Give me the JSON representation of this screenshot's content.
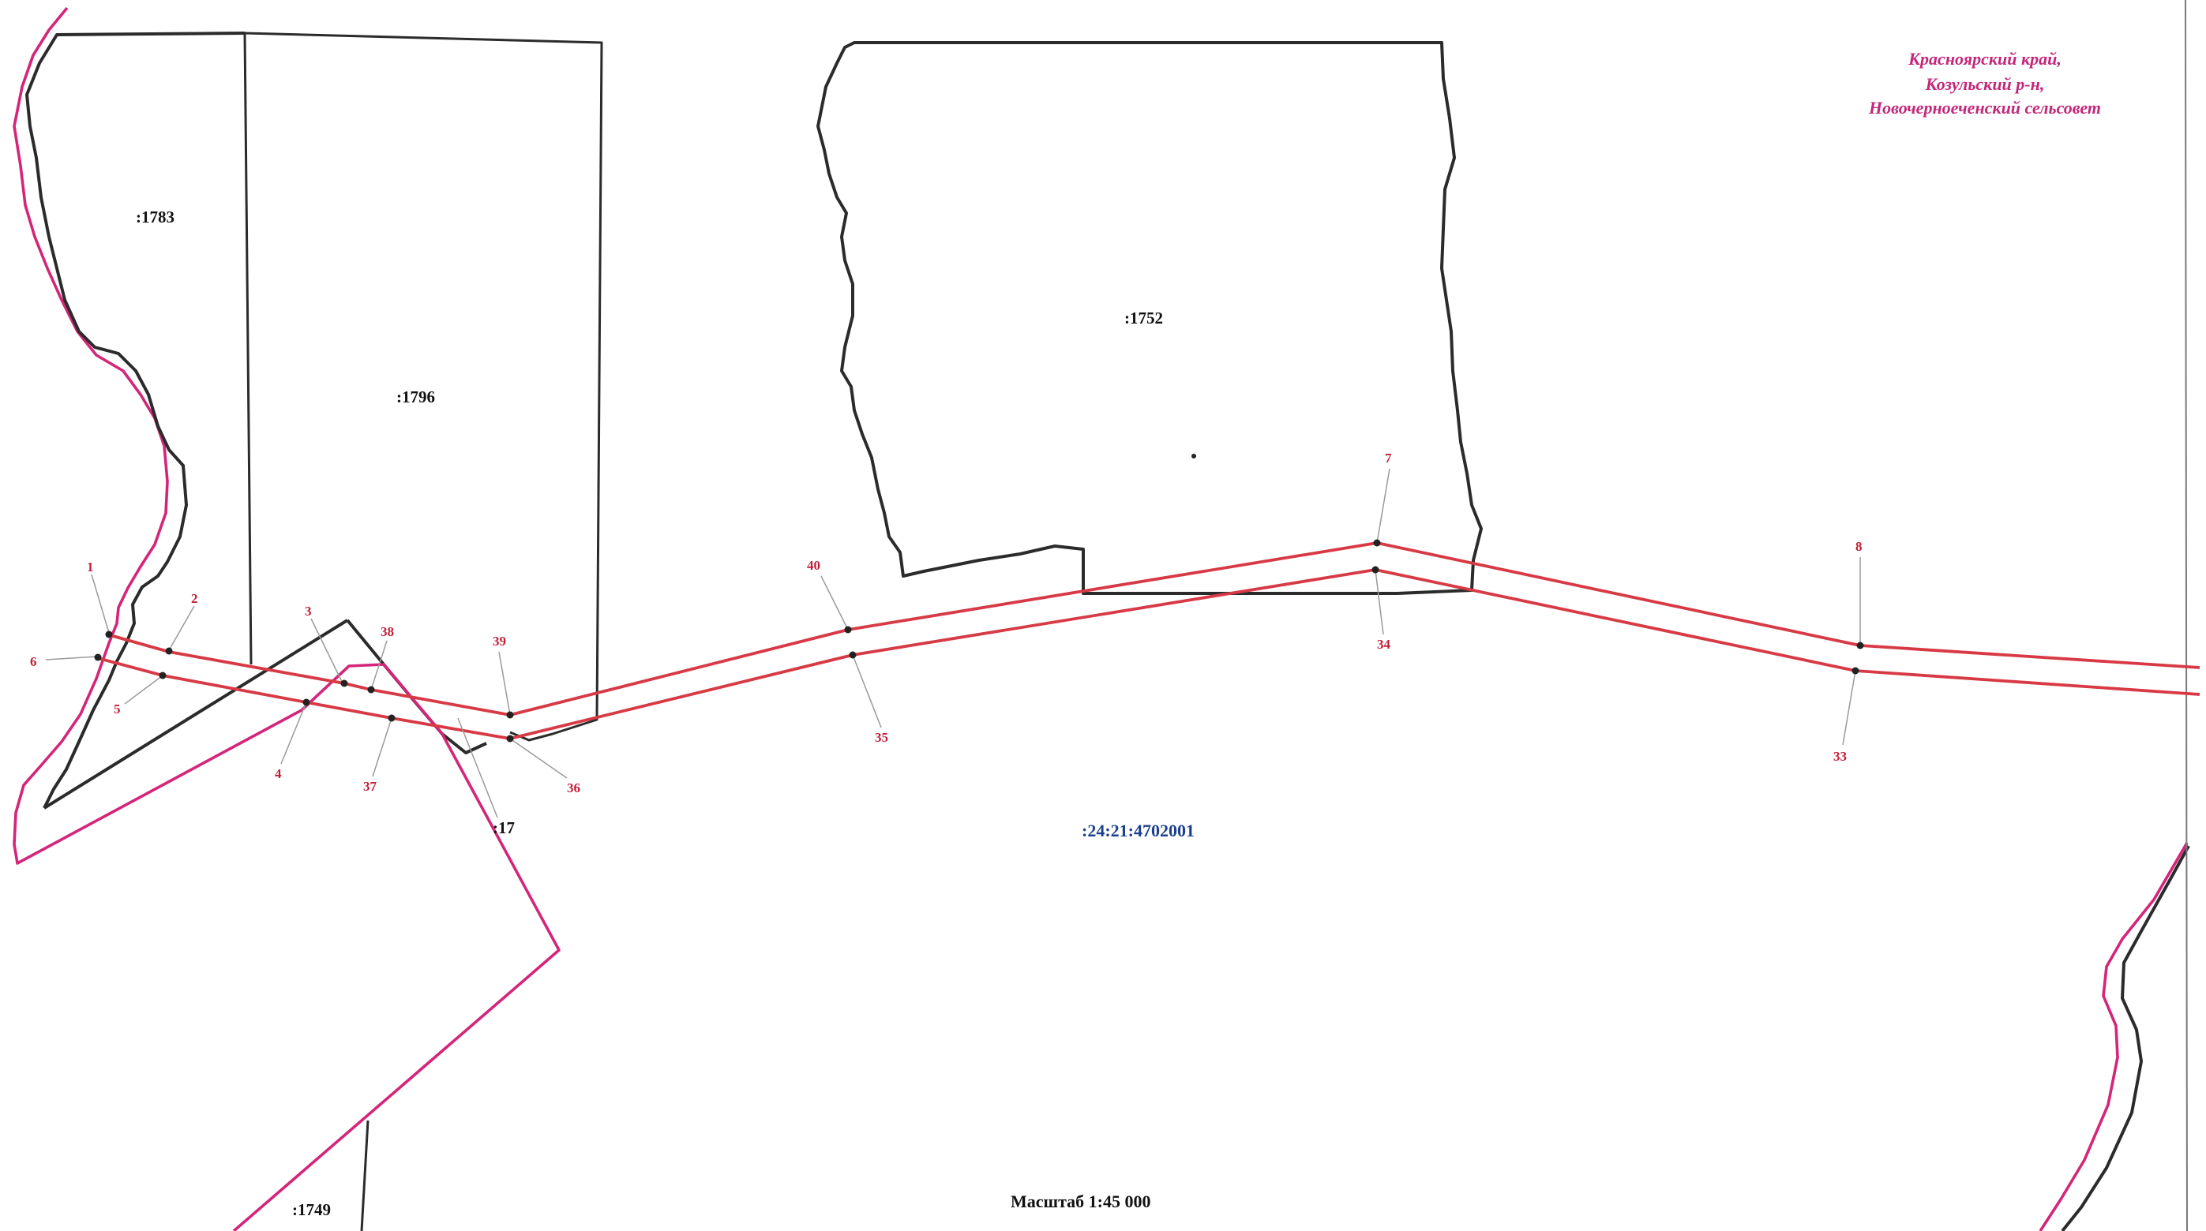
{
  "region_note": {
    "line1": "Красноярский край,",
    "line2": "Козульский р-н,",
    "line3": "Новочерноеченский сельсовет"
  },
  "parcels": {
    "p1783": ":1783",
    "p1796": ":1796",
    "p1752": ":1752",
    "p17": ":17",
    "p1749": ":1749"
  },
  "quarter": ":24:21:4702001",
  "scale": "Масштаб 1:45 000",
  "points": [
    {
      "id": "1",
      "label": "1"
    },
    {
      "id": "2",
      "label": "2"
    },
    {
      "id": "3",
      "label": "3"
    },
    {
      "id": "4",
      "label": "4"
    },
    {
      "id": "5",
      "label": "5"
    },
    {
      "id": "6",
      "label": "6"
    },
    {
      "id": "7",
      "label": "7"
    },
    {
      "id": "8",
      "label": "8"
    },
    {
      "id": "33",
      "label": "33"
    },
    {
      "id": "34",
      "label": "34"
    },
    {
      "id": "35",
      "label": "35"
    },
    {
      "id": "36",
      "label": "36"
    },
    {
      "id": "37",
      "label": "37"
    },
    {
      "id": "38",
      "label": "38"
    },
    {
      "id": "39",
      "label": "39"
    },
    {
      "id": "40",
      "label": "40"
    }
  ],
  "colors": {
    "parcel_line": "#2b2b2b",
    "boundary_line": "#d4257a",
    "corridor_line": "#d83a45",
    "point_label": "#c21f38",
    "quarter_label": "#1b3f8f",
    "region_label": "#c4267a"
  }
}
